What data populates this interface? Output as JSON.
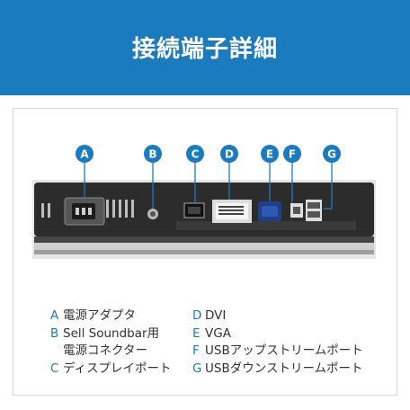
{
  "header": {
    "title": "接続端子詳細",
    "bg_color": "#1a7bbf"
  },
  "markers": [
    {
      "letter": "A"
    },
    {
      "letter": "B"
    },
    {
      "letter": "C"
    },
    {
      "letter": "D"
    },
    {
      "letter": "E"
    },
    {
      "letter": "F"
    },
    {
      "letter": "G"
    }
  ],
  "legend": {
    "left": [
      {
        "letter": "A",
        "label": "電源アダプタ"
      },
      {
        "letter": "B",
        "label": "Sell Soundbar用"
      },
      {
        "letter": "",
        "label": "電源コネクター"
      },
      {
        "letter": "C",
        "label": "ディスプレイポート"
      }
    ],
    "right": [
      {
        "letter": "D",
        "label": "DVI"
      },
      {
        "letter": "E",
        "label": "VGA"
      },
      {
        "letter": "F",
        "label": "USBアップストリームポート"
      },
      {
        "letter": "G",
        "label": "USBダウンストリームポート"
      }
    ]
  },
  "colors": {
    "accent": "#1a7bbf",
    "marker": "#1a7bbf"
  }
}
